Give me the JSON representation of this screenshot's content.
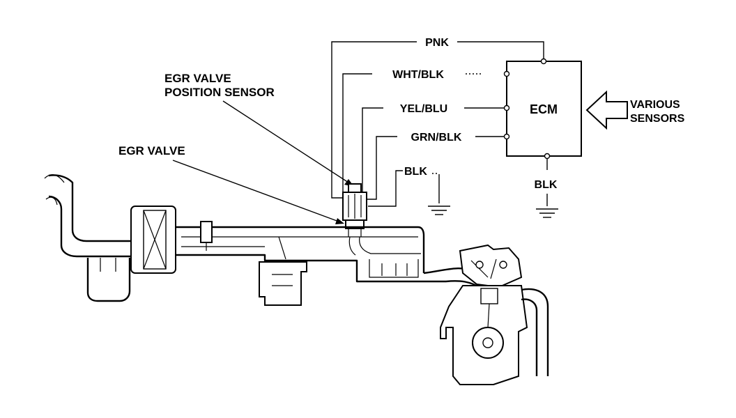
{
  "labels": {
    "egr_valve_position_sensor_line1": "EGR VALVE",
    "egr_valve_position_sensor_line2": "POSITION SENSOR",
    "egr_valve": "EGR VALVE",
    "ecm": "ECM",
    "various_sensors_line1": "VARIOUS",
    "various_sensors_line2": "SENSORS"
  },
  "wires": {
    "pnk": "PNK",
    "wht_blk": "WHT/BLK",
    "yel_blu": "YEL/BLU",
    "grn_blk": "GRN/BLK",
    "blk_sensor": "BLK",
    "blk_ecm": "BLK"
  }
}
